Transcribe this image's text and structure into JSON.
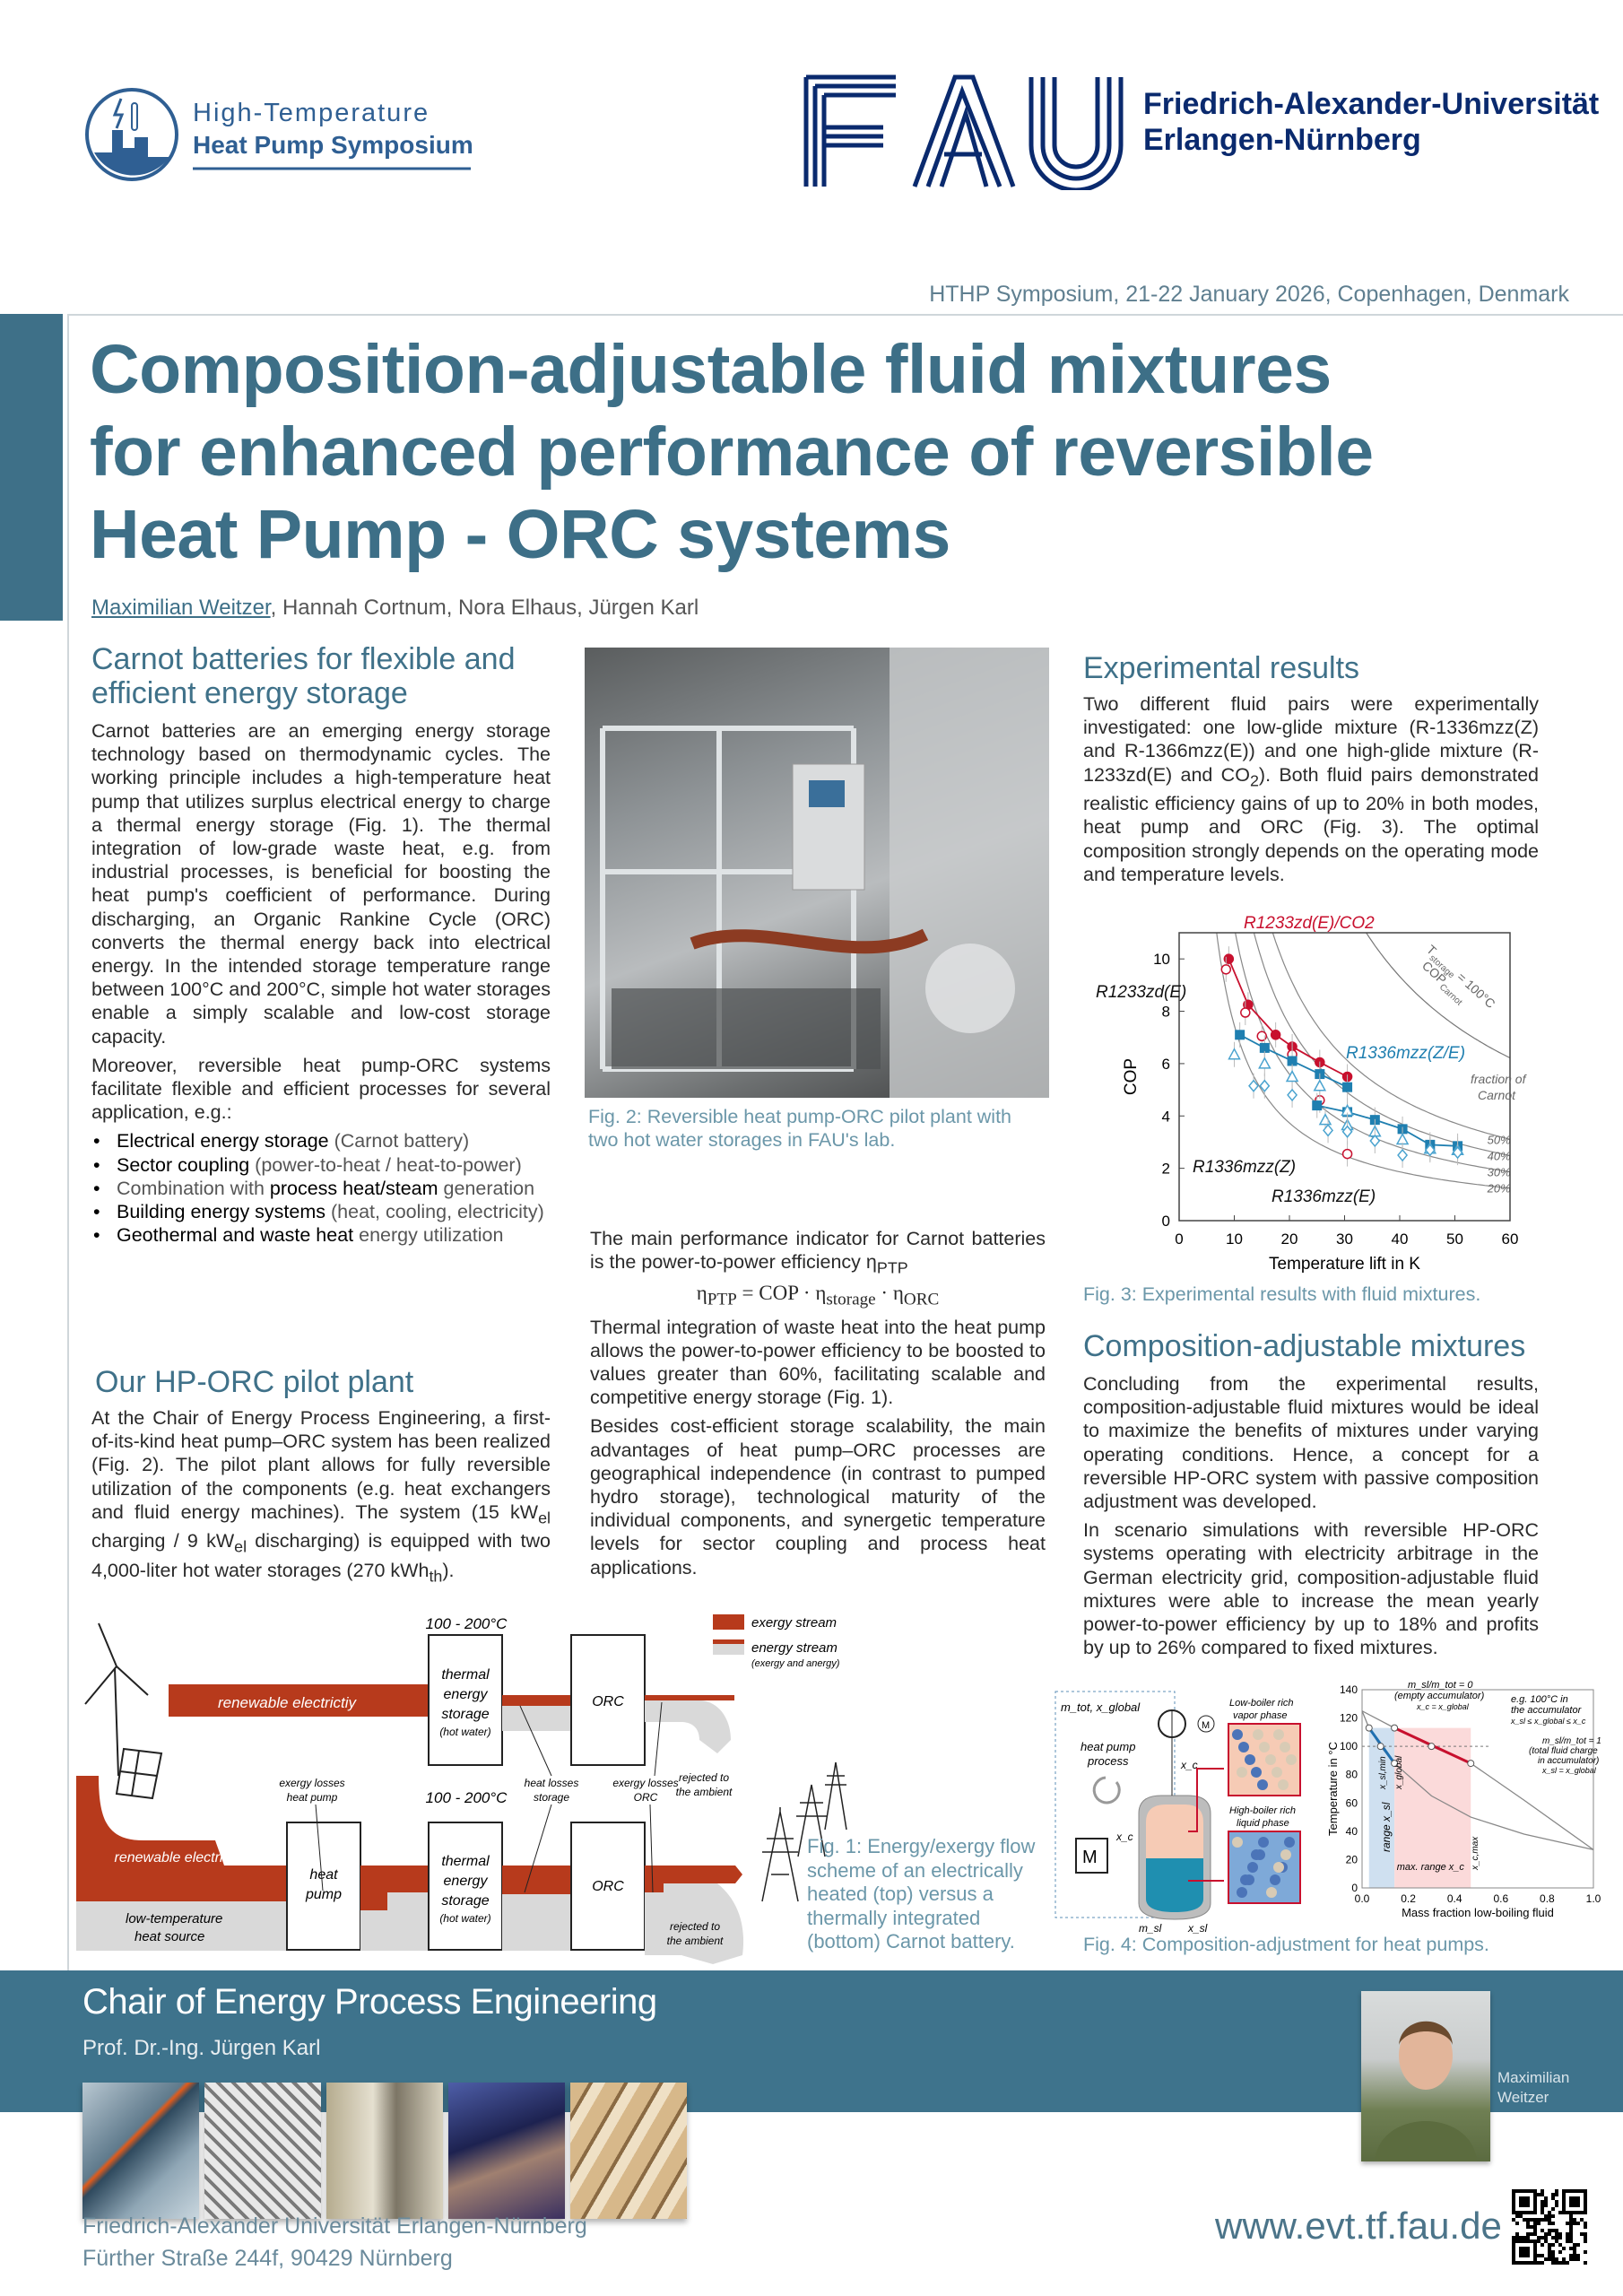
{
  "header": {
    "symposium_logo": {
      "line1": "High-Temperature",
      "line2": "Heat Pump Symposium"
    },
    "fau_logo": {
      "mark": "FAU",
      "line1": "Friedrich-Alexander-Universität",
      "line2": "Erlangen-Nürnberg"
    },
    "conference": "HTHP Symposium, 21-22 January 2026, Copenhagen, Denmark",
    "title_lines": [
      "Composition-adjustable fluid mixtures",
      "for enhanced performance of reversible",
      "Heat Pump - ORC systems"
    ],
    "presenting_author": "Maximilian Weitzer",
    "other_authors": ", Hannah Cortnum, Nora Elhaus, Jürgen Karl"
  },
  "colors": {
    "primary": "#3e7088",
    "exergy": "#b73a1c",
    "energy": "#d9d9d9",
    "caption": "#6b97a9",
    "red_series": "#c8102e",
    "blue_series": "#1f7fb0"
  },
  "sections": {
    "carnot": {
      "heading": "Carnot batteries for flexible and efficient energy storage",
      "p1": "Carnot batteries are an emerging energy storage technology based on thermodynamic cycles. The working principle includes a high-temperature heat pump that utilizes surplus electrical energy to charge a thermal energy storage (Fig. 1). The thermal integration of low-grade waste heat, e.g. from industrial processes, is beneficial for boosting the heat pump's coefficient of performance. During discharging, an Organic Rankine Cycle (ORC) converts the thermal energy back into electrical energy. In the intended storage temperature range between 100°C and 200°C, simple hot water storages enable a simply scalable and low-cost storage capacity.",
      "p2": "Moreover, reversible heat pump-ORC systems facilitate flexible and efficient processes for several application, e.g.:",
      "bullets": [
        {
          "em": "Electrical energy storage",
          "rest": " (Carnot battery)"
        },
        {
          "em": "Sector coupling",
          "rest": " (power-to-heat / heat-to-power)"
        },
        {
          "pre": "Combination with ",
          "em": "process heat/steam",
          "rest": " generation"
        },
        {
          "em": "Building energy systems",
          "rest": " (heat, cooling, electricity)"
        },
        {
          "em": "Geothermal and waste heat",
          "rest": " energy utilization"
        }
      ]
    },
    "pilot": {
      "heading": "Our HP-ORC pilot plant",
      "t1": "At the Chair of Energy Process Engineering, a first-of-its-kind heat pump–ORC system has been realized (Fig. 2). The pilot plant allows for fully reversible utilization of the components (e.g. heat exchangers and fluid energy machines). The system (15 kW",
      "s1": "el",
      "t2": " charging / 9 kW",
      "s2": "el",
      "t3": " discharging) is equipped with two 4,000-liter hot water storages (270 kWh",
      "s3": "th",
      "t4": ")."
    },
    "efficiency": {
      "t1": "The main performance indicator for Carnot batteries is the power-to-power efficiency η",
      "s1": "PTP",
      "eq_lhs": "η",
      "eq_lhs_sub": "PTP",
      "eq_mid": " = COP · η",
      "eq_mid_sub": "storage",
      "eq_dot": " · η",
      "eq_end_sub": "ORC",
      "p2": "Thermal integration of waste heat into the heat pump allows the power-to-power efficiency to be boosted to values greater than 60%, facilitating scalable and competitive energy storage (Fig. 1).",
      "p3": "Besides cost-efficient storage scalability, the main advantages of heat pump–ORC processes are geographical independence (in contrast to pumped hydro storage), technological maturity of the individual components, and synergetic temperature levels for sector coupling and process heat applications."
    },
    "experimental": {
      "heading": "Experimental results",
      "t1": "Two different fluid pairs were experimentally investigated: one low-glide mixture (R-1336mzz(Z) and R-1366mzz(E)) and one high-glide mixture (R-1233zd(E) and CO",
      "s1": "2",
      "t2": "). Both fluid pairs demonstrated realistic efficiency gains of up to 20% in both modes, heat pump and ORC (Fig. 3). The optimal composition strongly depends on the operating mode and temperature levels."
    },
    "adjustable": {
      "heading": "Composition-adjustable mixtures",
      "p1": "Concluding from the experimental results, composition-adjustable fluid mixtures would be ideal to maximize the benefits of mixtures under varying operating conditions. Hence, a concept for a reversible HP-ORC system with passive composition adjustment was developed.",
      "p2": "In scenario simulations with reversible HP-ORC systems operating with electricity arbitrage in the German electricity grid, composition-adjustable fluid mixtures were able to increase the mean yearly power-to-power efficiency by up to 18% and profits by up to 26% compared to fixed mixtures."
    }
  },
  "figures": {
    "fig1": {
      "caption": "Fig. 1: Energy/exergy flow scheme of an electrically heated (top) versus a thermally integrated (bottom) Carnot battery.",
      "temp": "100 - 200°C",
      "renewable": "renewable electrictiy",
      "storage": [
        "thermal",
        "energy",
        "storage"
      ],
      "storage_sub": "(hot water)",
      "orc": "ORC",
      "heat_pump": [
        "heat",
        "pump"
      ],
      "heat_source": [
        "low-temperature",
        "heat source"
      ],
      "rejected": [
        "rejected to",
        "the ambient"
      ],
      "loss_hp": [
        "exergy losses",
        "heat pump"
      ],
      "loss_storage": [
        "heat losses",
        "storage"
      ],
      "loss_orc": [
        "exergy losses",
        "ORC"
      ],
      "legend_exergy": "exergy stream",
      "legend_energy": "energy stream",
      "legend_energy_sub": "(exergy and anergy)"
    },
    "fig2": {
      "caption": "Fig. 2: Reversible heat pump-ORC pilot plant with two hot water storages in FAU's lab."
    },
    "fig3": {
      "caption": "Fig. 3: Experimental results with fluid mixtures."
    },
    "fig4": {
      "caption": "Fig. 4: Composition-adjustment for heat pumps.",
      "m_tot": "m_tot, x_global",
      "hp_process": [
        "heat pump",
        "process"
      ],
      "vapor": [
        "Low-boiler rich",
        "vapor phase"
      ],
      "liquid": [
        "High-boiler rich",
        "liquid phase"
      ],
      "xc": "x_c",
      "msl": "m_sl",
      "xsl": "x_sl",
      "motor": "M",
      "ann_empty": [
        "m_sl/m_tot = 0",
        "(empty accumulator)",
        "x_c = x_global"
      ],
      "ann_example": [
        "e.g. 100°C in",
        "the accumulator",
        "x_sl ≤ x_global ≤ x_c"
      ],
      "ann_full": [
        "m_sl/m_tot = 1",
        "(total fluid charge",
        "in accumulator)",
        "x_sl = x_global"
      ],
      "lbl_xslmin": "x_sl,min",
      "lbl_xglobal": "x_global",
      "lbl_xcmax": "x_c,max",
      "lbl_range_xsl": "range x_sl",
      "lbl_max_range": "max. range x_c"
    }
  },
  "chart_data": [
    {
      "type": "scatter",
      "title": "",
      "xlabel": "Temperature lift in K",
      "ylabel": "COP",
      "xlim": [
        0,
        60
      ],
      "ylim": [
        0,
        11
      ],
      "xticks": [
        0,
        10,
        20,
        30,
        40,
        50,
        60
      ],
      "yticks": [
        0,
        2,
        4,
        6,
        8,
        10
      ],
      "series": [
        {
          "name": "R1233zd(E)/CO2",
          "marker": "filled-circle",
          "color": "#c8102e",
          "x": [
            9,
            12.5,
            17.5,
            20.5,
            25.5,
            30.5
          ],
          "y": [
            10.0,
            8.25,
            7.1,
            6.65,
            6.05,
            5.5
          ]
        },
        {
          "name": "R1233zd(E)",
          "marker": "open-circle",
          "color": "#c8102e",
          "x": [
            8.5,
            12,
            15,
            20.5,
            25.5,
            30.5
          ],
          "y": [
            9.6,
            7.95,
            7.05,
            6.35,
            4.6,
            2.55
          ]
        },
        {
          "name": "R1336mzz(Z/E)",
          "marker": "filled-square",
          "color": "#1f7fb0",
          "x": [
            11,
            15.5,
            20.5,
            25.5,
            30.5,
            25,
            30.5,
            35.5,
            40.5,
            45.5,
            50.5
          ],
          "y": [
            7.1,
            6.6,
            6.1,
            5.6,
            5.1,
            4.4,
            4.15,
            3.85,
            3.5,
            2.9,
            2.85
          ]
        },
        {
          "name": "R1336mzz(Z)",
          "marker": "open-triangle",
          "color": "#4aa3cf",
          "x": [
            10,
            15.5,
            20.5,
            25.5,
            30.5,
            26.5,
            30.5,
            35.5,
            40.5,
            45.5,
            50.5
          ],
          "y": [
            6.35,
            6.0,
            5.5,
            5.15,
            4.2,
            3.85,
            3.65,
            3.4,
            3.1,
            2.75,
            2.7
          ]
        },
        {
          "name": "R1336mzz(E)",
          "marker": "open-diamond",
          "color": "#4aa3cf",
          "x": [
            13.5,
            15.5,
            20.5,
            27,
            30.5,
            35.5,
            40.5,
            45.5,
            50.5
          ],
          "y": [
            5.15,
            5.15,
            4.8,
            3.45,
            3.4,
            3.05,
            2.5,
            2.7,
            2.6
          ]
        }
      ],
      "reference_curves": {
        "storage_temperature_K": 373.15,
        "carnot_label": [
          "T",
          "storage",
          " = 100°C",
          "COP",
          "Carnot"
        ],
        "fractions": [
          0.5,
          0.4,
          0.3,
          0.2
        ],
        "fraction_labels": [
          "50%",
          "40%",
          "30%",
          "20%"
        ],
        "fraction_title": [
          "fraction of",
          "Carnot"
        ]
      }
    },
    {
      "type": "line",
      "title": "",
      "xlabel": "Mass fraction low-boiling fluid",
      "ylabel": "Temperature in °C",
      "xlim": [
        0,
        1
      ],
      "ylim": [
        0,
        140
      ],
      "xticks": [
        "0.0",
        "0.2",
        "0.4",
        "0.6",
        "0.8",
        "1.0"
      ],
      "yticks": [
        0,
        20,
        40,
        60,
        80,
        100,
        120,
        140
      ],
      "series": [
        {
          "name": "dew line",
          "x": [
            0,
            0.14,
            0.3,
            0.47,
            0.7,
            1.0
          ],
          "y": [
            125,
            113,
            100,
            88,
            62,
            27
          ]
        },
        {
          "name": "bubble line",
          "x": [
            0,
            0.03,
            0.08,
            0.14,
            0.3,
            0.47,
            0.7,
            1.0
          ],
          "y": [
            125,
            113,
            100,
            88,
            65,
            50,
            38,
            27
          ]
        }
      ],
      "markers": {
        "x": [
          0.03,
          0.14,
          0.08,
          0.3,
          0.14,
          0.47
        ],
        "y": [
          113,
          113,
          100,
          100,
          88,
          88
        ]
      },
      "reference_temperature": 100
    }
  ],
  "footer": {
    "chair": "Chair of Energy Process Engineering",
    "prof": "Prof. Dr.-Ing. Jürgen Karl",
    "person": [
      "Maximilian",
      "Weitzer"
    ],
    "address1": "Friedrich-Alexander Universität Erlangen-Nürnberg",
    "address2": "Fürther Straße 244f, 90429 Nürnberg",
    "url": "www.evt.tf.fau.de"
  }
}
